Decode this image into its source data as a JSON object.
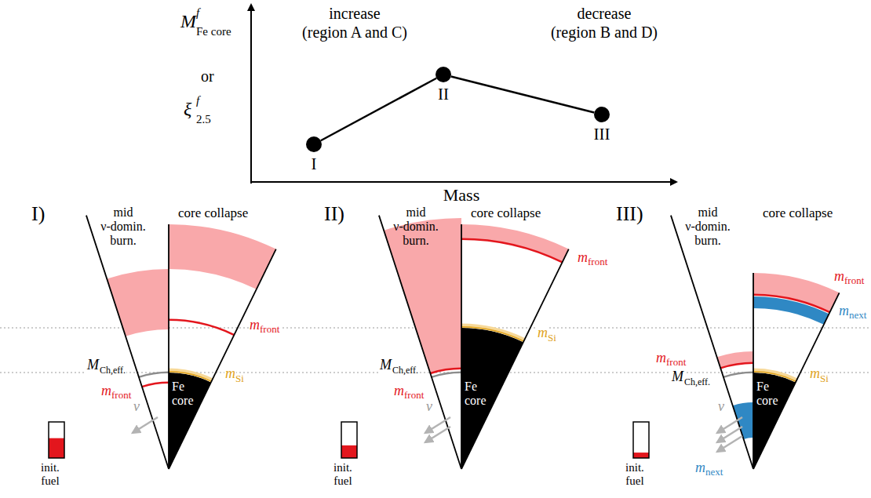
{
  "diagram": {
    "nodes": [
      {
        "text": [
          "I"
        ]
      },
      {
        "text": [
          "II"
        ]
      },
      {
        "text": [
          "III"
        ]
      }
    ],
    "edges": [
      {
        "from": 0,
        "to": 1,
        "arrow": "none"
      },
      {
        "from": 1,
        "to": 2,
        "arrow": "none"
      }
    ],
    "labels": [
      "M",
      "f",
      "Fe core",
      "or",
      "ξ",
      "f",
      "2.5",
      "increase",
      "(region A and C)",
      "decrease",
      "(region B and D)",
      "Mass",
      "I)",
      "mid",
      "ν-domin.",
      "burn.",
      "core collapse",
      "M",
      "Ch,eff.",
      "m",
      "front",
      "ν",
      "init. fuel",
      "Fe core",
      "m",
      "Si",
      "m",
      "front",
      "II)",
      "mid",
      "ν-domin.",
      "burn.",
      "core collapse",
      "M",
      "Ch,eff.",
      "m",
      "front",
      "ν",
      "init. fuel",
      "Fe core",
      "m",
      "Si",
      "m",
      "front",
      "III)",
      "mid",
      "ν-domin.",
      "burn.",
      "core collapse",
      "M",
      "Ch,eff.",
      "m",
      "front",
      "ν",
      "init. fuel",
      "Fe core",
      "m",
      "Si",
      "m",
      "front",
      "m",
      "next",
      "m",
      "next"
    ]
  }
}
